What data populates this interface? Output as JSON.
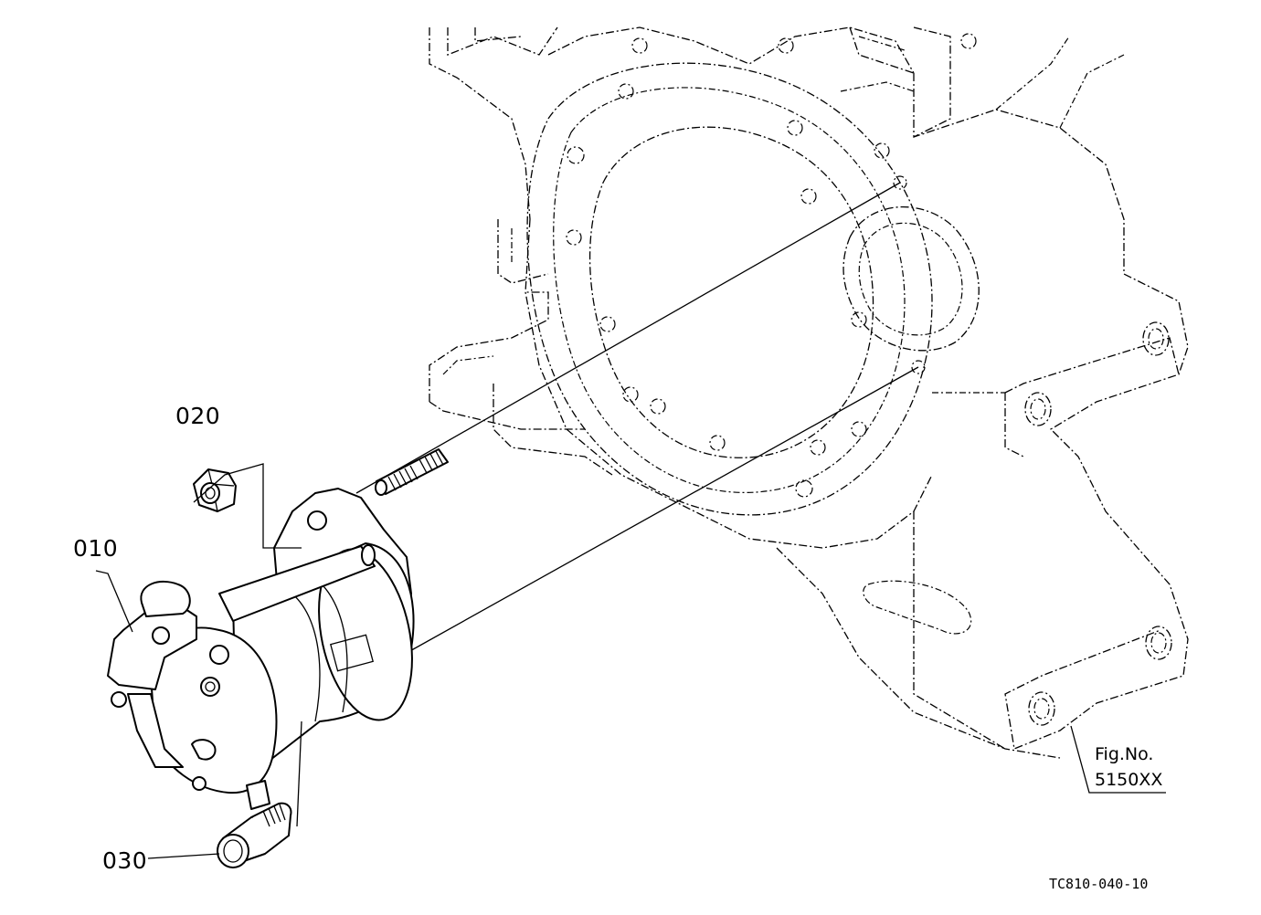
{
  "parts": [
    {
      "number": "010"
    },
    {
      "number": "020"
    },
    {
      "number": "030"
    }
  ],
  "figure": {
    "label": "Fig.No.",
    "number": "5150XX"
  },
  "drawing_code": "TC810-040-10"
}
